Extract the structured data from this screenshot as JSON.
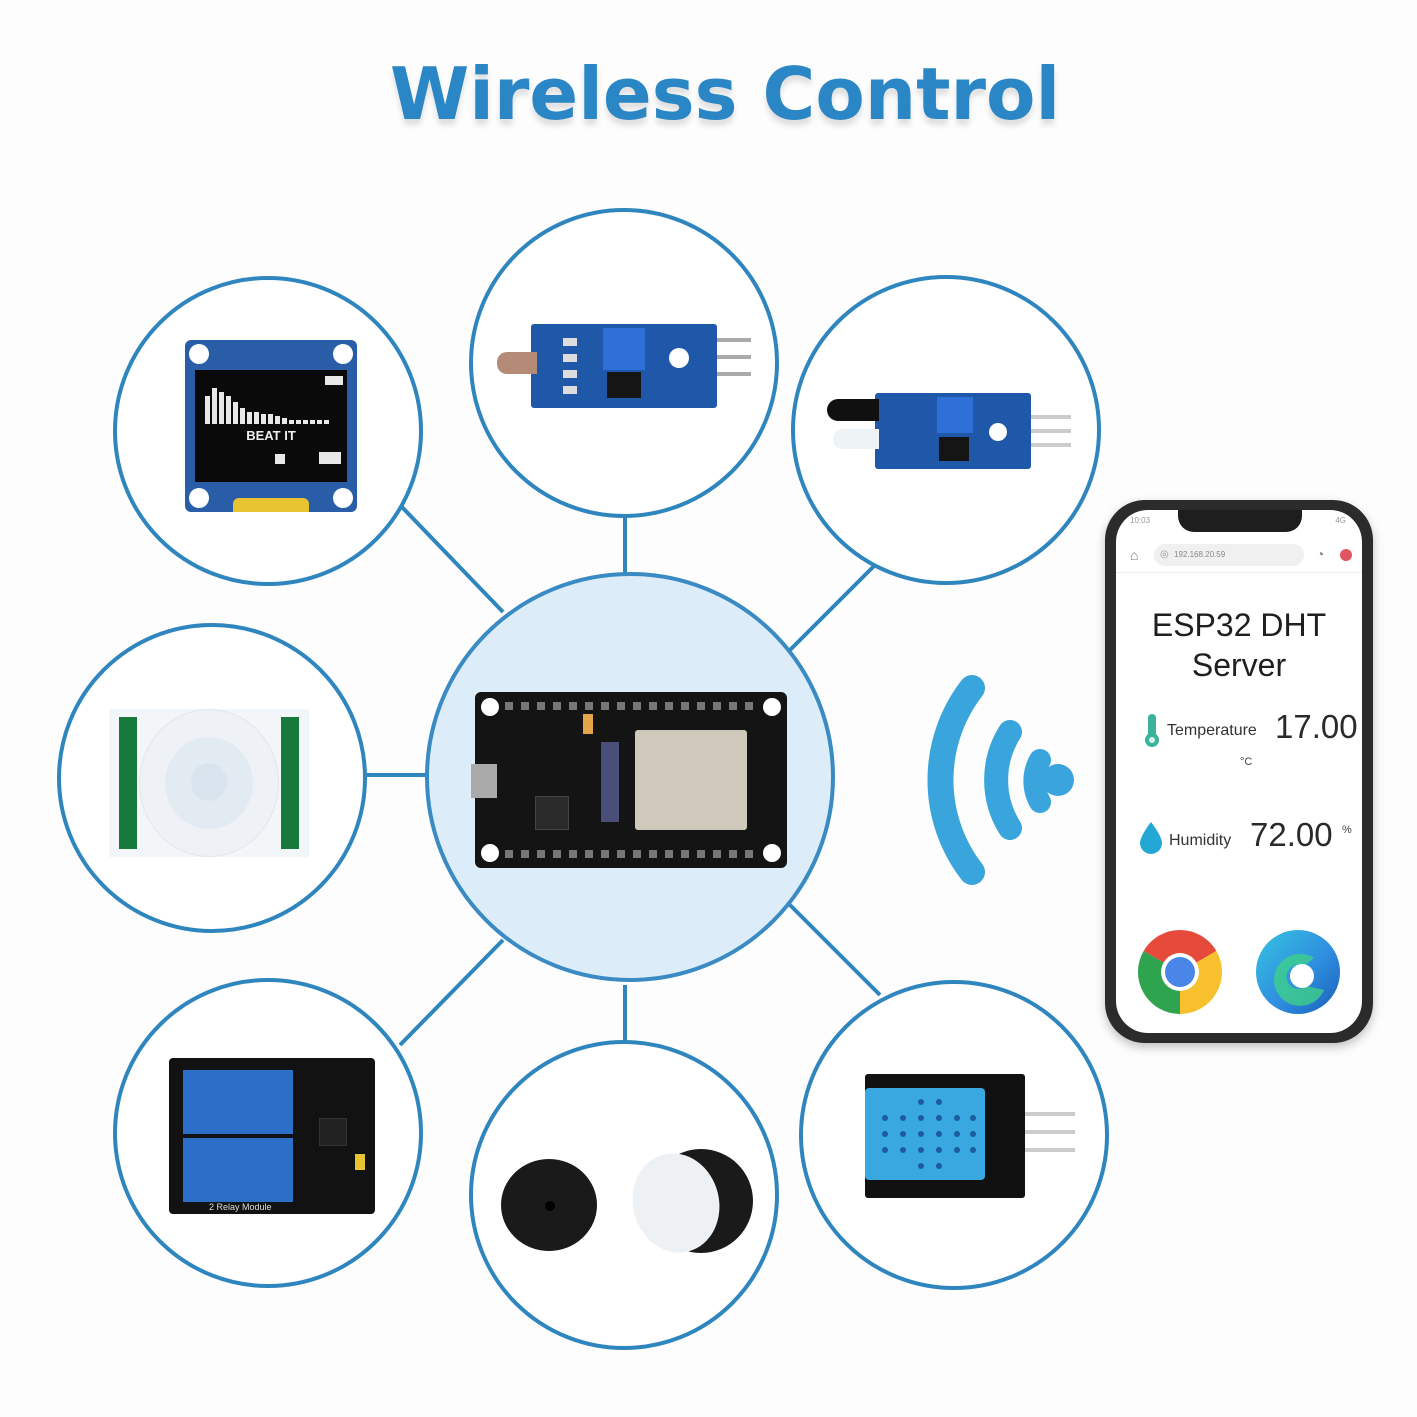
{
  "title": "Wireless Control",
  "colors": {
    "title": "#2a86c5",
    "ring": "#2f86bf",
    "center_fill": "#dcecf8",
    "wifi": "#3aa5dc",
    "phone_frame": "#2b2b2b"
  },
  "center": {
    "label": "ESP32 development board",
    "icon": "esp32-board-icon"
  },
  "peripherals": [
    {
      "id": "oled",
      "label": "OLED display module",
      "screen_text": "BEAT IT",
      "icon": "oled-display-icon"
    },
    {
      "id": "ldr",
      "label": "Photoresistor light sensor module",
      "icon": "light-sensor-icon"
    },
    {
      "id": "ir",
      "label": "IR obstacle avoidance sensor module",
      "icon": "ir-sensor-icon"
    },
    {
      "id": "pir",
      "label": "PIR motion sensor",
      "icon": "pir-sensor-icon"
    },
    {
      "id": "relay",
      "label": "2 Relay Module",
      "board_text": "2 Relay Module",
      "icon": "relay-module-icon"
    },
    {
      "id": "buzzer",
      "label": "Active and passive buzzers",
      "icon": "buzzer-icon"
    },
    {
      "id": "dht",
      "label": "DHT11 temperature & humidity sensor",
      "icon": "dht-sensor-icon"
    }
  ],
  "wifi": {
    "icon": "wifi-signal-icon"
  },
  "phone": {
    "status_time": "10:03",
    "status_battery": "4G",
    "url": "192.168.20.59",
    "page_title_line1": "ESP32 DHT",
    "page_title_line2": "Server",
    "temperature": {
      "label": "Temperature",
      "value": "17.00",
      "unit": "°C"
    },
    "humidity": {
      "label": "Humidity",
      "value": "72.00",
      "unit": "%"
    },
    "browsers": [
      {
        "name": "Chrome",
        "icon": "chrome-icon"
      },
      {
        "name": "Edge",
        "icon": "edge-icon"
      }
    ]
  }
}
